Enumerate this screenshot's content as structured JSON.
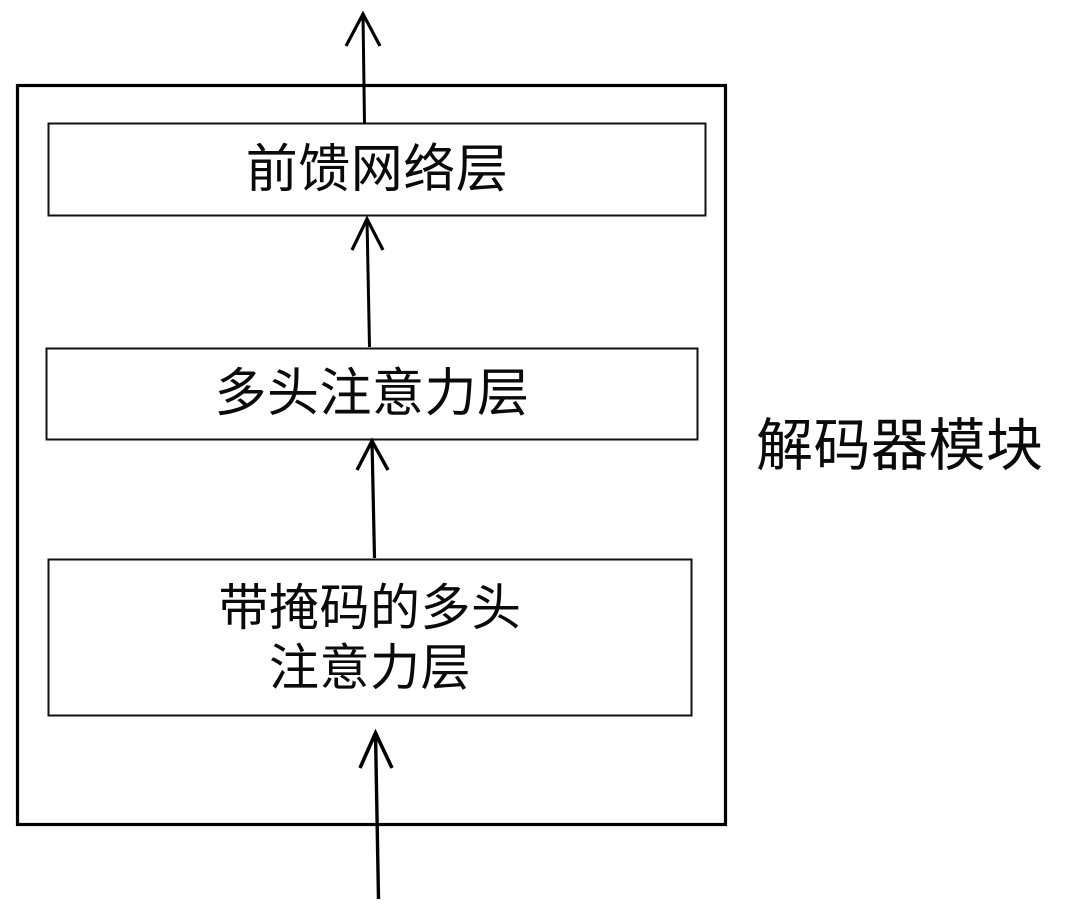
{
  "diagram": {
    "title": "解码器模块",
    "type": "block-diagram",
    "orientation": "bottom-to-top",
    "colors": {
      "stroke": "#000000",
      "background": "#ffffff",
      "text": "#0a0a0a"
    },
    "container": {
      "name": "decoder-module-container",
      "caption": "解码器模块",
      "caption_position": "right-outside"
    },
    "blocks": [
      {
        "id": "feed-forward-layer",
        "lines": [
          "前馈网络层"
        ],
        "order": 3
      },
      {
        "id": "multi-head-attention-layer",
        "lines": [
          "多头注意力层"
        ],
        "order": 2
      },
      {
        "id": "masked-multi-head-attention-layer",
        "lines": [
          "带掩码的多头",
          "注意力层"
        ],
        "order": 1
      }
    ],
    "arrows": [
      {
        "id": "input-arrow",
        "from": "external-input",
        "to": "masked-multi-head-attention-layer",
        "direction": "up"
      },
      {
        "id": "masked-to-multihead-arrow",
        "from": "masked-multi-head-attention-layer",
        "to": "multi-head-attention-layer",
        "direction": "up"
      },
      {
        "id": "multihead-to-feedforward-arrow",
        "from": "multi-head-attention-layer",
        "to": "feed-forward-layer",
        "direction": "up"
      },
      {
        "id": "output-arrow",
        "from": "feed-forward-layer",
        "to": "external-output",
        "direction": "up"
      }
    ]
  }
}
